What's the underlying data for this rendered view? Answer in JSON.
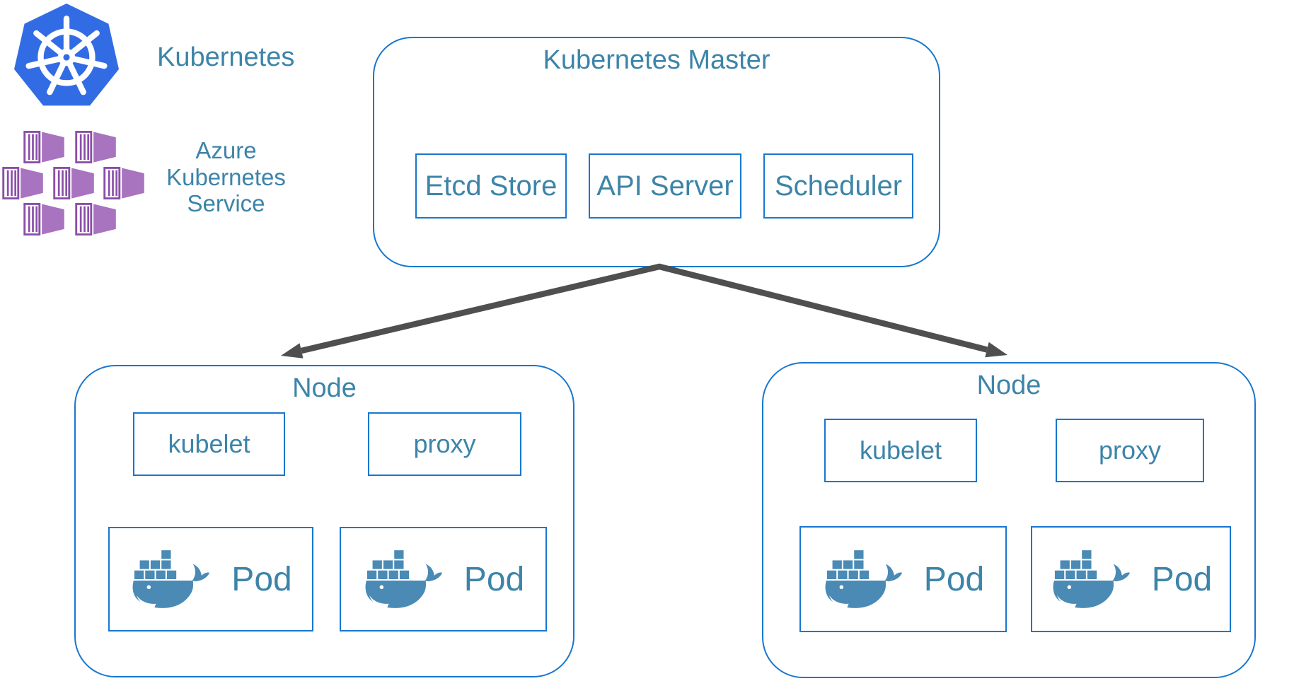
{
  "page": {
    "title": "Kubernetes on Azure architecture diagram"
  },
  "colors": {
    "background": "#ffffff",
    "box-border": "#1877cf",
    "label-text": "#3d84a8",
    "k8s-blue": "#326ce5",
    "aks-purple": "#a873bf",
    "aks-purple-dark": "#8a4fa8",
    "docker-blue": "#4a8ab5",
    "arrow-gray": "#4f4f4f"
  },
  "legend": {
    "kubernetes": {
      "label": "Kubernetes",
      "icon": "kubernetes-helm-wheel-icon"
    },
    "aks": {
      "line1": "Azure",
      "line2": "Kubernetes",
      "line3": "Service",
      "icon": "azure-kubernetes-service-containers-icon"
    }
  },
  "master": {
    "title": "Kubernetes Master",
    "components": [
      {
        "label": "Etcd Store"
      },
      {
        "label": "API Server"
      },
      {
        "label": "Scheduler"
      }
    ]
  },
  "nodes": [
    {
      "title": "Node",
      "components": [
        {
          "label": "kubelet"
        },
        {
          "label": "proxy"
        }
      ],
      "pods": [
        {
          "label": "Pod",
          "icon": "docker-whale-icon"
        },
        {
          "label": "Pod",
          "icon": "docker-whale-icon"
        }
      ]
    },
    {
      "title": "Node",
      "components": [
        {
          "label": "kubelet"
        },
        {
          "label": "proxy"
        }
      ],
      "pods": [
        {
          "label": "Pod",
          "icon": "docker-whale-icon"
        },
        {
          "label": "Pod",
          "icon": "docker-whale-icon"
        }
      ]
    }
  ],
  "connections": [
    {
      "from": "Kubernetes Master",
      "to": "Node (left)",
      "style": "arrow"
    },
    {
      "from": "Kubernetes Master",
      "to": "Node (right)",
      "style": "arrow"
    }
  ]
}
